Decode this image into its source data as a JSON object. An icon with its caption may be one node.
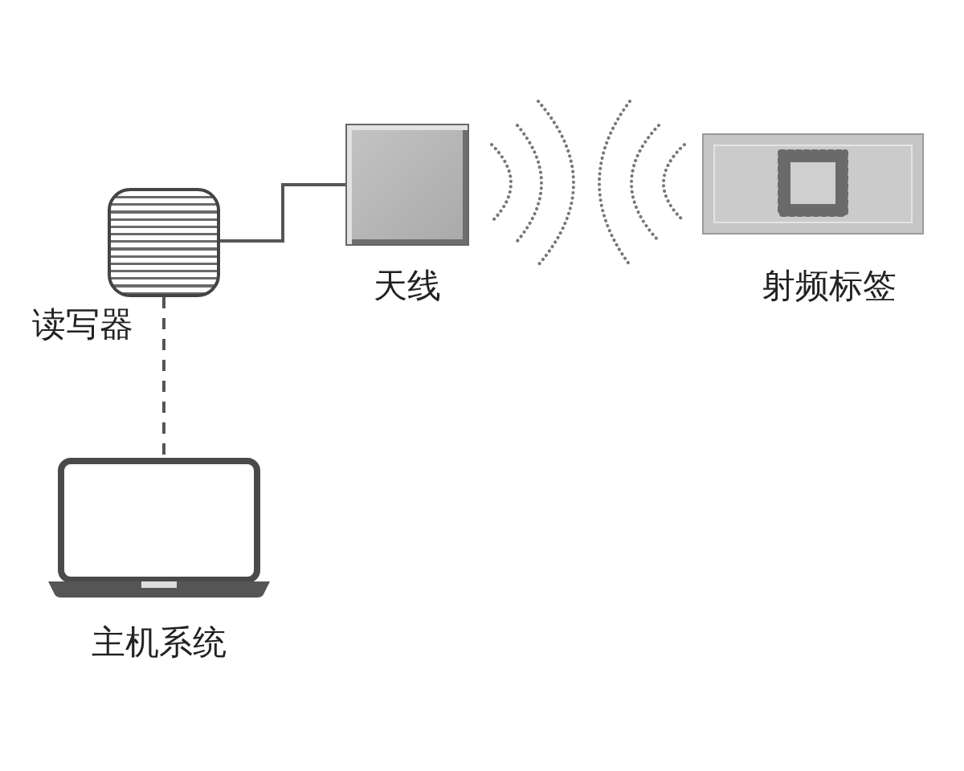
{
  "diagram": {
    "nodes": [
      {
        "text": [
          "读写器"
        ]
      },
      {
        "text": [
          "天线"
        ]
      },
      {
        "text": [
          "射频标签"
        ]
      },
      {
        "text": [
          "主机系统"
        ]
      }
    ],
    "edges": [
      {
        "from": 0,
        "to": 1,
        "arrow": "none"
      },
      {
        "from": 0,
        "to": 3,
        "arrow": "none",
        "style": "dashed"
      }
    ]
  }
}
